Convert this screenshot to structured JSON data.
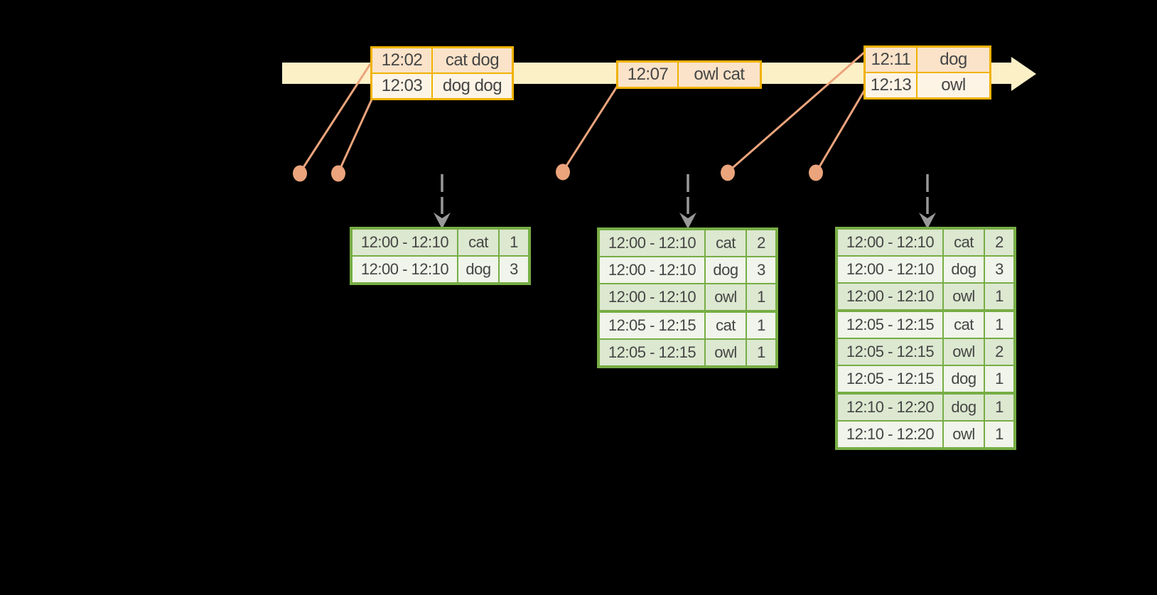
{
  "palette": {
    "background": "#000000",
    "timeline_band": "#FCF0C7",
    "event_table_border": "#F0B200",
    "event_row_dark": "#FAE3C9",
    "event_row_light": "#FDF4E6",
    "connector_salmon": "#EBA47C",
    "result_table_border": "#77AD45",
    "result_row_dark": "#DCE8D0",
    "result_row_light": "#F0F4EA",
    "trigger_arrow_gray": "#999999",
    "text": "#454545"
  },
  "event_tables": [
    {
      "rows": [
        {
          "time": "12:02",
          "words": "cat dog"
        },
        {
          "time": "12:03",
          "words": "dog dog"
        }
      ]
    },
    {
      "rows": [
        {
          "time": "12:07",
          "words": "owl cat"
        }
      ]
    },
    {
      "rows": [
        {
          "time": "12:11",
          "words": "dog"
        },
        {
          "time": "12:13",
          "words": "owl"
        }
      ]
    }
  ],
  "result_tables": [
    {
      "rows": [
        {
          "window": "12:00 - 12:10",
          "word": "cat",
          "count": "1"
        },
        {
          "window": "12:00 - 12:10",
          "word": "dog",
          "count": "3"
        }
      ]
    },
    {
      "rows": [
        {
          "window": "12:00 - 12:10",
          "word": "cat",
          "count": "2"
        },
        {
          "window": "12:00 - 12:10",
          "word": "dog",
          "count": "3"
        },
        {
          "window": "12:00 - 12:10",
          "word": "owl",
          "count": "1"
        },
        {
          "window": "12:05 - 12:15",
          "word": "cat",
          "count": "1"
        },
        {
          "window": "12:05 - 12:15",
          "word": "owl",
          "count": "1"
        }
      ]
    },
    {
      "rows": [
        {
          "window": "12:00 - 12:10",
          "word": "cat",
          "count": "2"
        },
        {
          "window": "12:00 - 12:10",
          "word": "dog",
          "count": "3"
        },
        {
          "window": "12:00 - 12:10",
          "word": "owl",
          "count": "1"
        },
        {
          "window": "12:05 - 12:15",
          "word": "cat",
          "count": "1"
        },
        {
          "window": "12:05 - 12:15",
          "word": "owl",
          "count": "2"
        },
        {
          "window": "12:05 - 12:15",
          "word": "dog",
          "count": "1"
        },
        {
          "window": "12:10 - 12:20",
          "word": "dog",
          "count": "1"
        },
        {
          "window": "12:10 - 12:20",
          "word": "owl",
          "count": "1"
        }
      ]
    }
  ]
}
